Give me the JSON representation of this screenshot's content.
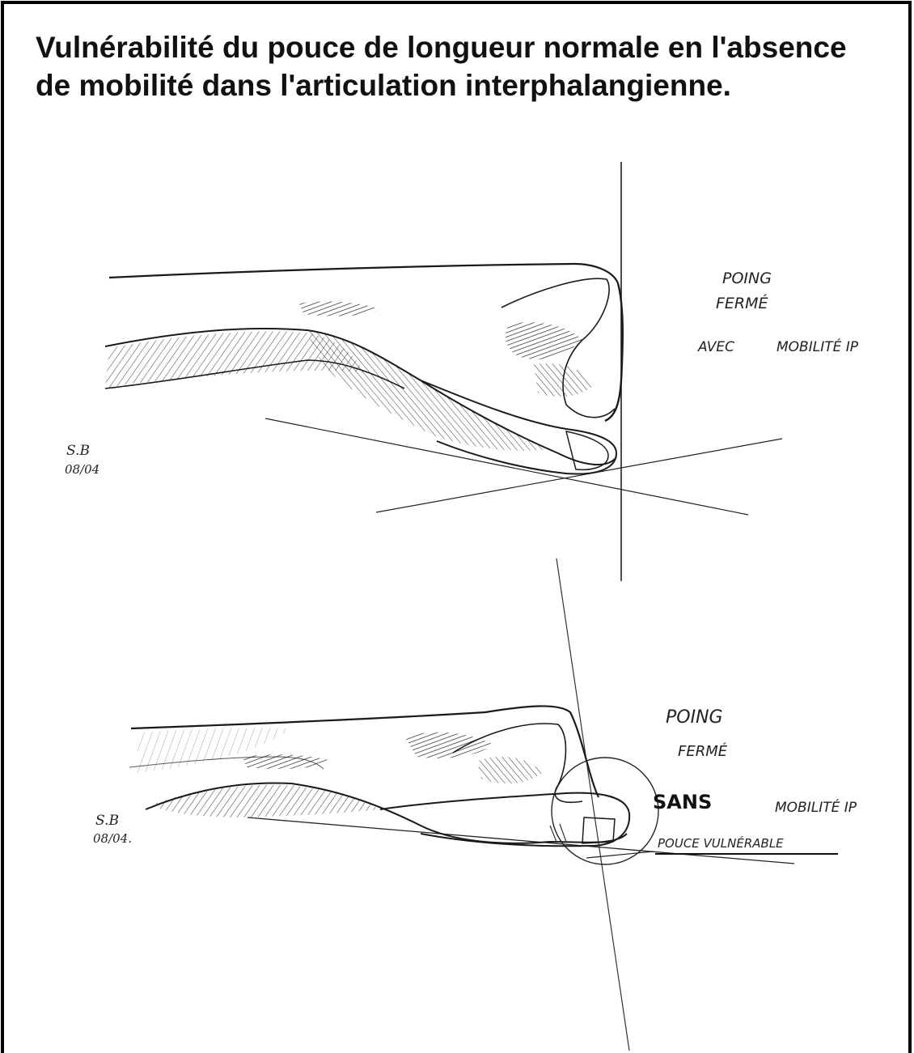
{
  "title": {
    "line1": "Vulnérabilité du pouce de longueur normale en l'absence",
    "line2": "de mobilité dans l'articulation interphalangienne."
  },
  "top_figure": {
    "label_line1": "POING",
    "label_line2": "FERMÉ",
    "label_line3_a": "AVEC",
    "label_line3_b": "MOBILITÉ IP",
    "signature_initials": "S.B",
    "signature_date": "08/04"
  },
  "bottom_figure": {
    "label_line1": "POING",
    "label_line2": "FERMÉ",
    "label_line3_a": "SANS",
    "label_line3_b": "MOBILITÉ IP",
    "label_line4": "POUCE VULNÉRABLE",
    "signature_initials": "S.B",
    "signature_date": "08/04."
  },
  "colors": {
    "ink": "#1a1a1a",
    "frame": "#000000",
    "background": "#ffffff"
  }
}
